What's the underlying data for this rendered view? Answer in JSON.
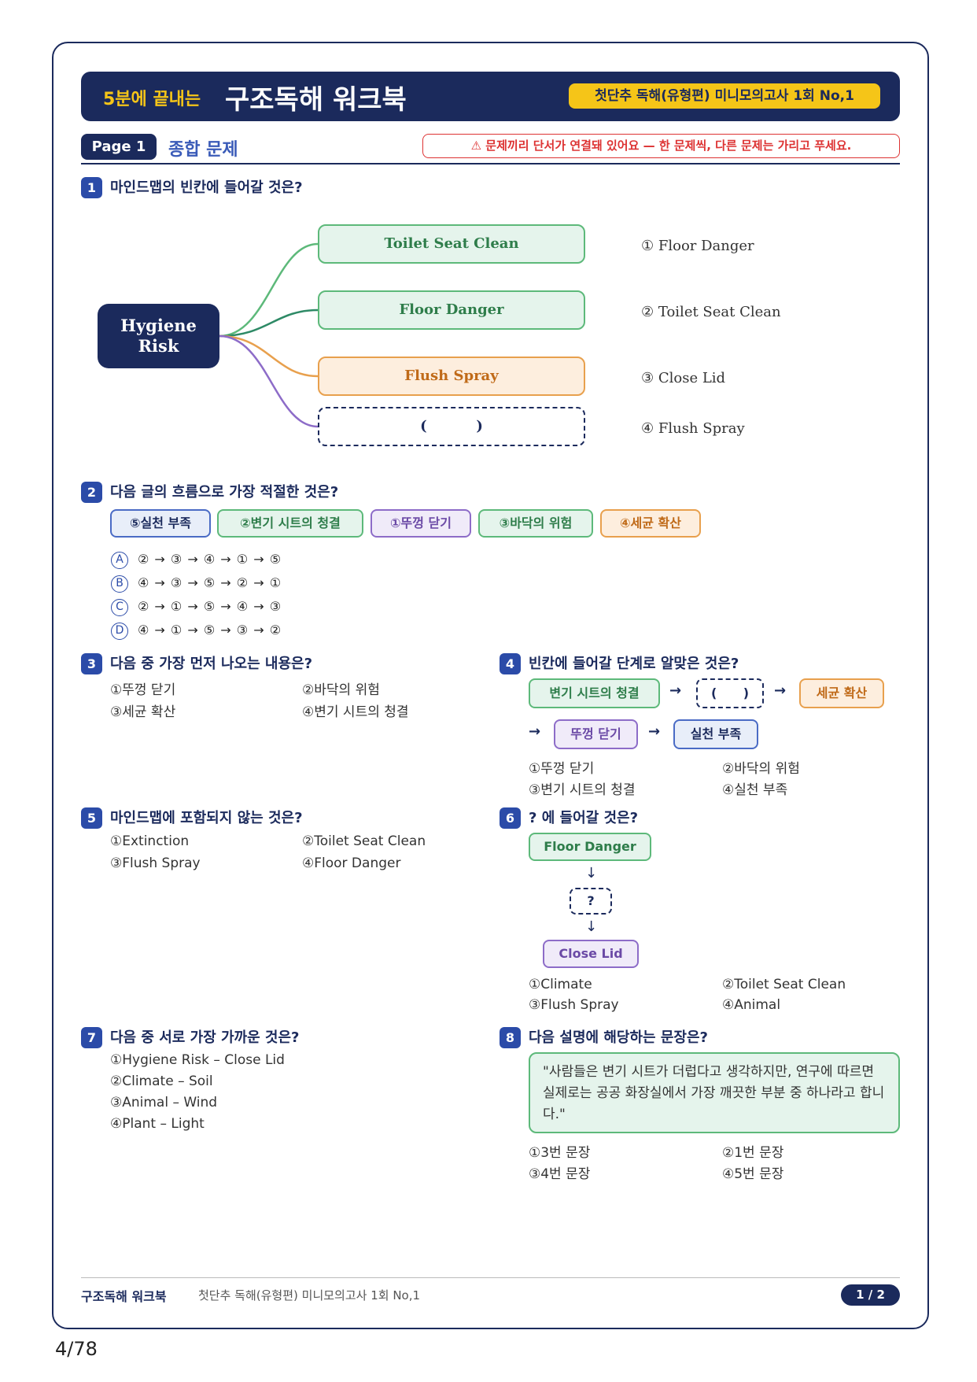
{
  "header": {
    "small_title": "5분에 끝내는",
    "big_title": "구조독해 워크북",
    "badge": "첫단추 독해(유형편) 미니모의고사 1회 No,1"
  },
  "page_row": {
    "page_label": "Page 1",
    "section_title": "종합 문제",
    "warning": "⚠ 문제끼리 단서가 연결돼 있어요 — 한 문제씩, 다른 문제는 가리고 푸세요."
  },
  "q1": {
    "num": "1",
    "text": "마인드맵의 빈칸에 들어갈 것은?",
    "center": "Hygiene Risk",
    "nodes": [
      "Toilet Seat Clean",
      "Floor Danger",
      "Flush Spray",
      "(          )"
    ],
    "options": [
      "① Floor Danger",
      "② Toilet Seat Clean",
      "③ Close Lid",
      "④ Flush Spray"
    ]
  },
  "q2": {
    "num": "2",
    "text": "다음 글의 흐름으로 가장 적절한 것은?",
    "tags": [
      "⑤실천 부족",
      "②변기 시트의 청결",
      "①뚜껑 닫기",
      "③바닥의 위험",
      "④세균 확산"
    ],
    "letters": [
      "A",
      "B",
      "C",
      "D"
    ],
    "sequences": [
      "② → ③ → ④ → ① → ⑤",
      "④ → ③ → ⑤ → ② → ①",
      "② → ① → ⑤ → ④ → ③",
      "④ → ① → ⑤ → ③ → ②"
    ]
  },
  "q3": {
    "num": "3",
    "text": "다음 중 가장 먼저 나오는 내용은?",
    "options": [
      "①뚜껑 닫기",
      "②바닥의 위험",
      "③세균 확산",
      "④변기 시트의 청결"
    ]
  },
  "q4": {
    "num": "4",
    "text": "빈칸에 들어갈 단계로 알맞은 것은?",
    "flow": [
      "변기 시트의 청결",
      "(      )",
      "세균 확산",
      "뚜껑 닫기",
      "실천 부족"
    ],
    "arrow": "→",
    "options": [
      "①뚜껑 닫기",
      "②바닥의 위험",
      "③변기 시트의 청결",
      "④실천 부족"
    ]
  },
  "q5": {
    "num": "5",
    "text": "마인드맵에 포함되지 않는 것은?",
    "options": [
      "①Extinction",
      "②Toilet Seat Clean",
      "③Flush Spray",
      "④Floor Danger"
    ]
  },
  "q6": {
    "num": "6",
    "text": "? 에 들어갈 것은?",
    "flow": [
      "Floor Danger",
      "?",
      "Close Lid"
    ],
    "down_arrow": "↓",
    "options": [
      "①Climate",
      "②Toilet Seat Clean",
      "③Flush Spray",
      "④Animal"
    ]
  },
  "q7": {
    "num": "7",
    "text": "다음 중 서로 가장 가까운 것은?",
    "options": [
      "①Hygiene Risk – Close Lid",
      "②Climate – Soil",
      "③Animal – Wind",
      "④Plant – Light"
    ]
  },
  "q8": {
    "num": "8",
    "text": "다음 설명에 해당하는 문장은?",
    "quote": "\"사람들은 변기 시트가 더럽다고 생각하지만, 연구에 따르면 실제로는 공공 화장실에서 가장 깨끗한 부분 중 하나라고 합니다.\"",
    "options": [
      "①3번 문장",
      "②1번 문장",
      "③4번 문장",
      "④5번 문장"
    ]
  },
  "footer": {
    "brand": "구조독해 워크북",
    "subtitle": "첫단추 독해(유형편) 미니모의고사 1회 No,1",
    "page": "1 / 2"
  },
  "page_count": "4/78",
  "colors": {
    "navy": "#1b2a5c",
    "accent_yellow": "#f5c518",
    "green": "#5db97a",
    "orange": "#e8a04d",
    "purple": "#8d6cc8",
    "warning_red": "#d33"
  }
}
